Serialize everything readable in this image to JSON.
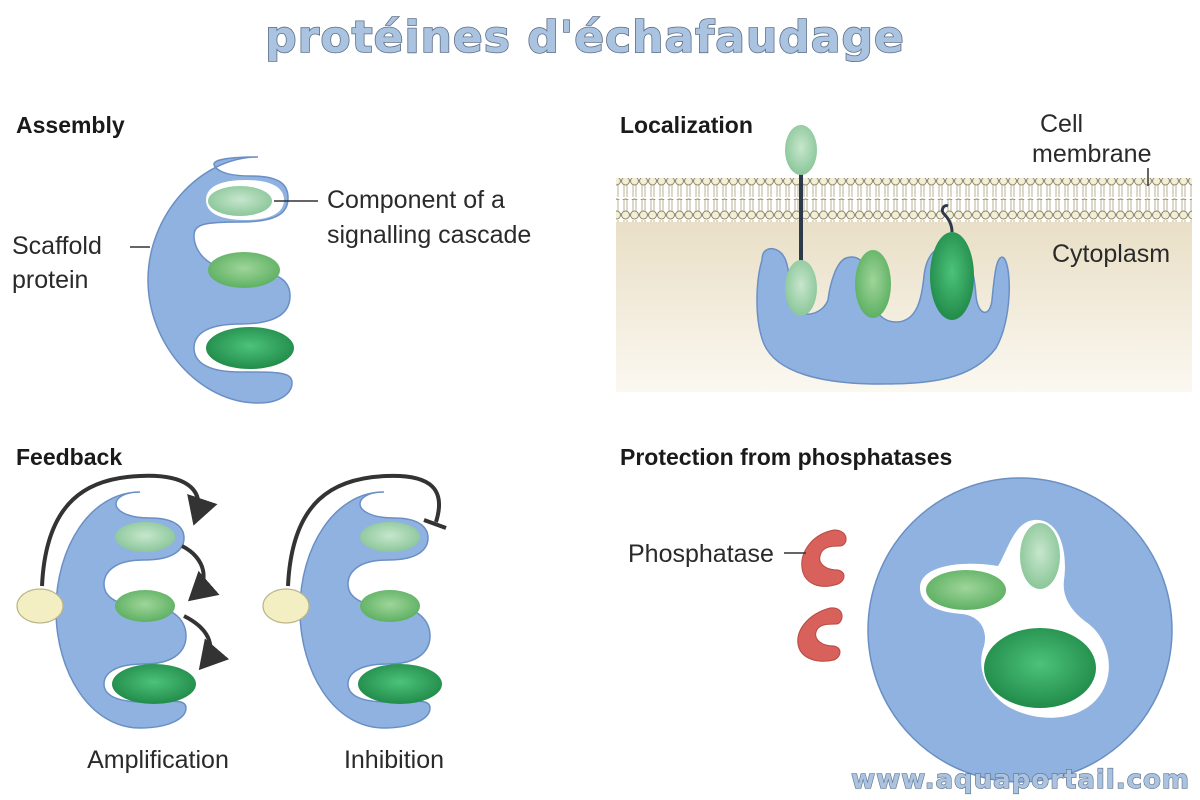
{
  "title": "protéines d'échafaudage",
  "watermark": "www.aquaportail.com",
  "panels": {
    "assembly": {
      "heading": "Assembly",
      "label_scaffold_1": "Scaffold",
      "label_scaffold_2": "protein",
      "label_component_1": "Component of a",
      "label_component_2": "signalling cascade"
    },
    "localization": {
      "heading": "Localization",
      "label_membrane_1": "Cell",
      "label_membrane_2": "membrane",
      "label_cytoplasm": "Cytoplasm"
    },
    "feedback": {
      "heading": "Feedback",
      "label_amplification": "Amplification",
      "label_inhibition": "Inhibition"
    },
    "protection": {
      "heading": "Protection from phosphatases",
      "label_phosphatase": "Phosphatase"
    }
  },
  "colors": {
    "scaffold": "#8fb2e0",
    "component_light": "#9fd0aa",
    "component_mid": "#6cbb6e",
    "component_dark": "#2f9a55",
    "phosphatase": "#d9615c",
    "ligand": "#f4efc2",
    "membrane_lipid": "#e8e2c8",
    "cytoplasm": "#efe7d6"
  },
  "icons": {
    "amplification_arrow": "curved-arrow-icon",
    "inhibition_bar": "t-bar-icon"
  }
}
